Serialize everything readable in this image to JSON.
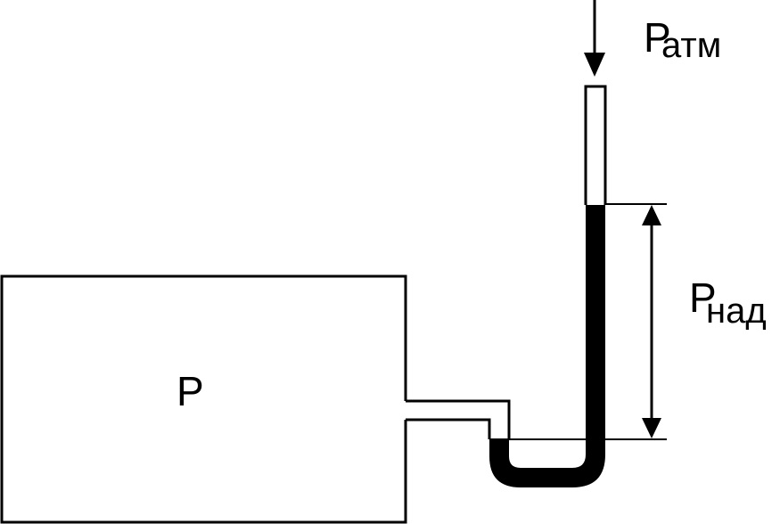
{
  "labels": {
    "tank": "P",
    "atm_main": "P",
    "atm_sub": "атм",
    "excess_main": "P",
    "excess_sub": "над"
  },
  "colors": {
    "line": "#000000",
    "liquid": "#000000",
    "background": "#ffffff"
  }
}
